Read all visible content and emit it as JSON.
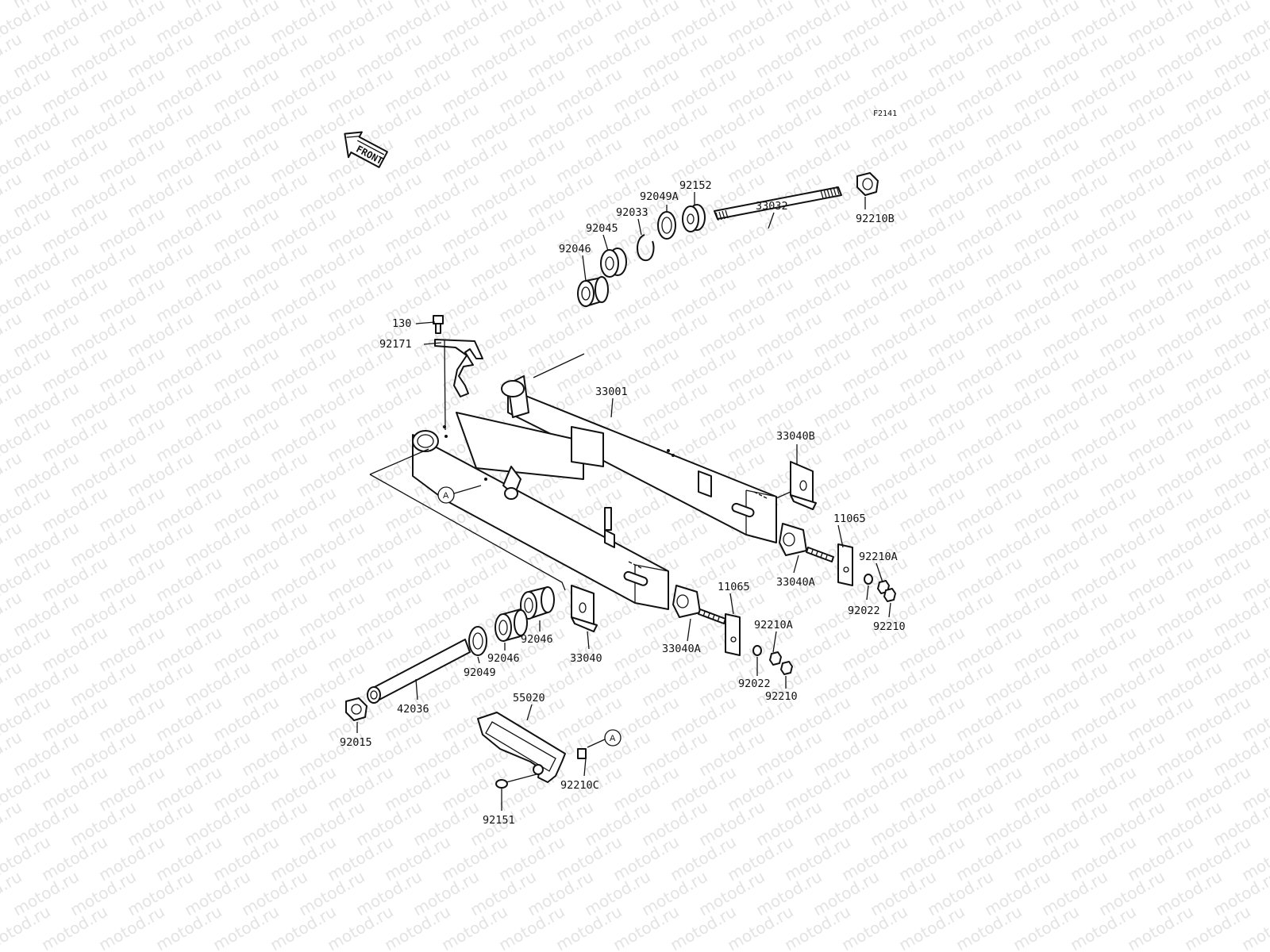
{
  "diagram": {
    "code": "F2141",
    "front_label": "FRONT",
    "watermark": "motod.ru",
    "ref_marker": "A",
    "labels": {
      "p33032": "33032",
      "p92210B": "92210B",
      "p92152": "92152",
      "p92049A": "92049A",
      "p92033": "92033",
      "p92045": "92045",
      "p92046_top": "92046",
      "p130": "130",
      "p92171": "92171",
      "p33001": "33001",
      "p33040B": "33040B",
      "p11065_right": "11065",
      "p92210A_right": "92210A",
      "p33040A_right": "33040A",
      "p92022_right": "92022",
      "p92210_right": "92210",
      "p11065_mid": "11065",
      "p92210A_mid": "92210A",
      "p33040A_mid": "33040A",
      "p92022_mid": "92022",
      "p92210_mid": "92210",
      "p33040": "33040",
      "p92046_b1": "92046",
      "p92046_b2": "92046",
      "p92049": "92049",
      "p42036": "42036",
      "p92015": "92015",
      "p55020": "55020",
      "p92210C": "92210C",
      "p92151": "92151"
    }
  }
}
